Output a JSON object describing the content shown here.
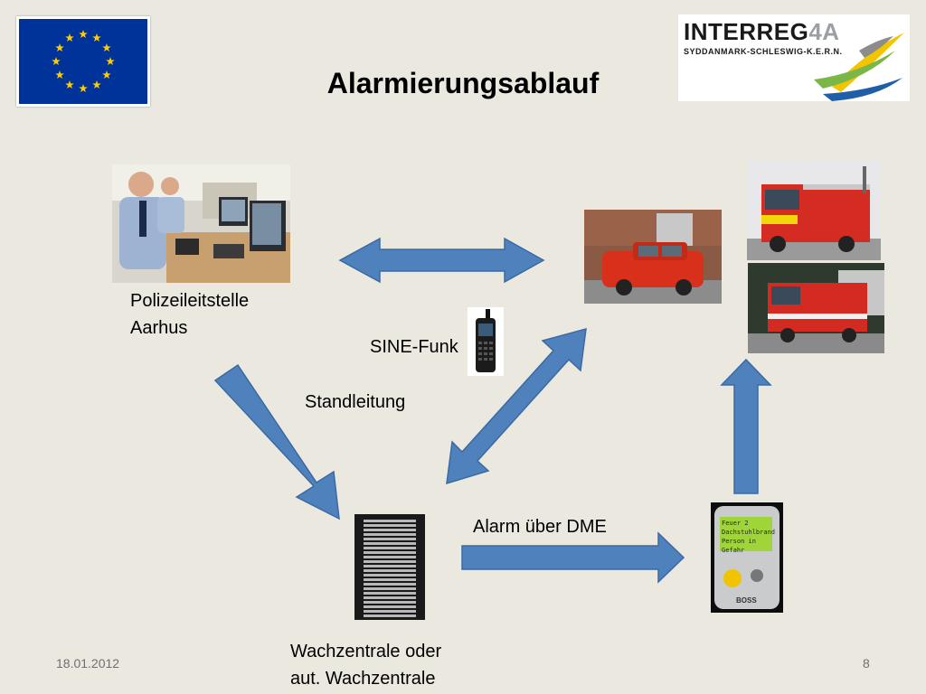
{
  "slide": {
    "title": "Alarmierungsablauf",
    "date": "18.01.2012",
    "page_number": "8"
  },
  "logo": {
    "brand": "INTERREG",
    "brand_suffix": "4A",
    "region": "SYDDANMARK-SCHLESWIG-K.E.R.N."
  },
  "nodes": {
    "police_line1": "Polizeileitstelle",
    "police_line2": "Aarhus",
    "radio": "SINE-Funk",
    "leased_line": "Standleitung",
    "dme_alarm": "Alarm über DME",
    "station_line1": "Wachzentrale oder",
    "station_line2": "aut. Wachzentrale"
  },
  "pager_display": {
    "line1": "Feuer 2",
    "line2": "Dachstuhlbrand",
    "line3": "Person in Gefahr",
    "brand": "BOSS"
  },
  "colors": {
    "arrow_fill": "#4f81bd",
    "arrow_stroke": "#3a6aa3",
    "background": "#ebe8e0",
    "eu_blue": "#003399",
    "eu_star": "#ffcc00"
  }
}
